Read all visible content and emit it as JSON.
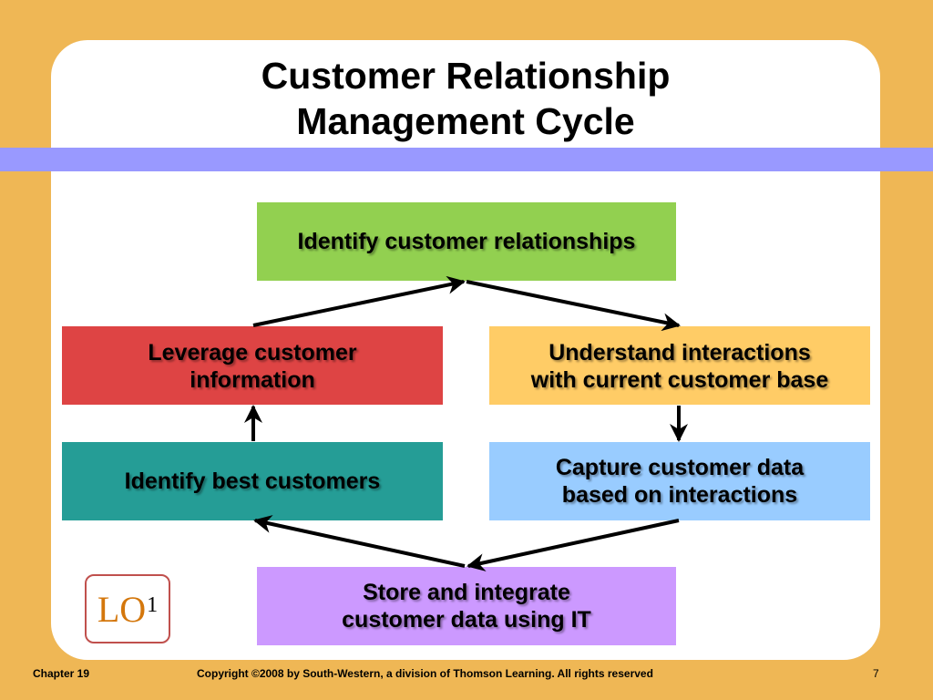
{
  "slide": {
    "title_lines": [
      "Customer Relationship",
      "Management Cycle"
    ]
  },
  "diagram": {
    "steps": [
      {
        "id": "identify-relationships",
        "lines": [
          "Identify customer relationships"
        ],
        "color": "#92D050"
      },
      {
        "id": "understand-interactions",
        "lines": [
          "Understand interactions",
          "with current customer base"
        ],
        "color": "#FFCC66"
      },
      {
        "id": "capture-data",
        "lines": [
          "Capture customer data",
          "based on interactions"
        ],
        "color": "#99CCFF"
      },
      {
        "id": "store-integrate",
        "lines": [
          "Store and integrate",
          "customer data using IT"
        ],
        "color": "#CC99FF"
      },
      {
        "id": "identify-best",
        "lines": [
          "Identify best customers"
        ],
        "color": "#259D96"
      },
      {
        "id": "leverage-info",
        "lines": [
          "Leverage customer",
          "information"
        ],
        "color": "#DE4444"
      }
    ]
  },
  "badge": {
    "text": "LO",
    "superscript": "1"
  },
  "footer": {
    "chapter": "Chapter 19",
    "copyright": "Copyright ©2008 by South-Western, a division of Thomson Learning.  All rights reserved",
    "page": "7"
  },
  "colors": {
    "background": "#EFB755",
    "band": "#9999FF",
    "badge_border": "#C0504D",
    "badge_text": "#D4770C"
  }
}
